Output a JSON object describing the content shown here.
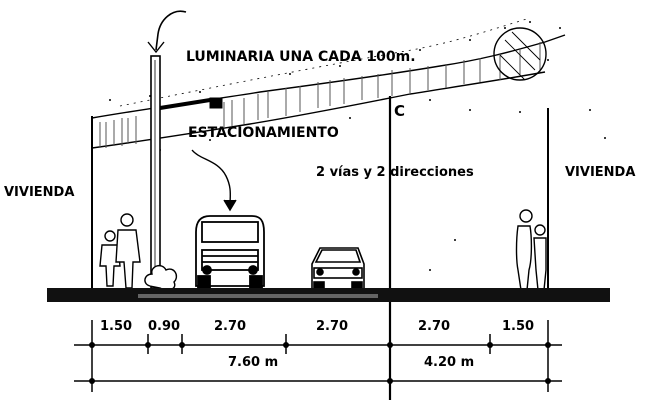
{
  "labels": {
    "luminaria": "LUMINARIA UNA CADA 100m.",
    "estacionamiento": "ESTACIONAMIENTO",
    "lanes": "2 vías y 2 direcciones",
    "vivienda_left": "VIVIENDA",
    "vivienda_right": "VIVIENDA",
    "centerline_mark": "C"
  },
  "dimensions": {
    "top_row": [
      "1.50",
      "0.90",
      "2.70",
      "2.70",
      "2.70",
      "1.50"
    ],
    "bottom_row": [
      "7.60 m",
      "4.20 m"
    ]
  },
  "colors": {
    "ink": "#000000",
    "paper": "#ffffff",
    "tree": "#777777"
  }
}
